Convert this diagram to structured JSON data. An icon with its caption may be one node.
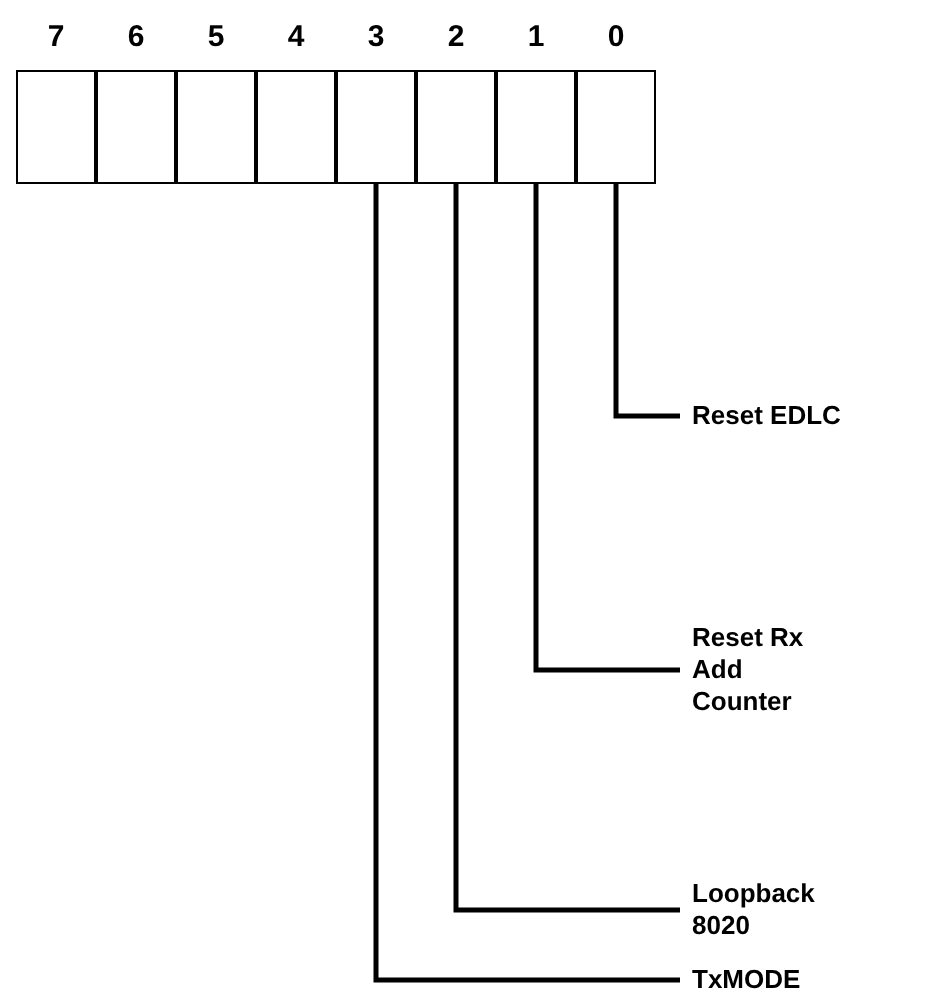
{
  "diagram": {
    "nodes": [
      {
        "text": [
          "7"
        ]
      },
      {
        "text": [
          "6"
        ]
      },
      {
        "text": [
          "5"
        ]
      },
      {
        "text": [
          "4"
        ]
      },
      {
        "text": [
          "3"
        ]
      },
      {
        "text": [
          "2"
        ]
      },
      {
        "text": [
          "1"
        ]
      },
      {
        "text": [
          "0"
        ]
      },
      {
        "text": [
          "Reset EDLC"
        ]
      },
      {
        "text": [
          "Reset Rx Add Counter"
        ]
      },
      {
        "text": [
          "Loopback 8020"
        ]
      },
      {
        "text": [
          "TxMODE"
        ]
      }
    ],
    "edges": [
      {
        "from": 7,
        "to": 8,
        "arrow": "none"
      },
      {
        "from": 6,
        "to": 9,
        "arrow": "none"
      },
      {
        "from": 5,
        "to": 10,
        "arrow": "none"
      },
      {
        "from": 4,
        "to": 11,
        "arrow": "none"
      }
    ]
  }
}
